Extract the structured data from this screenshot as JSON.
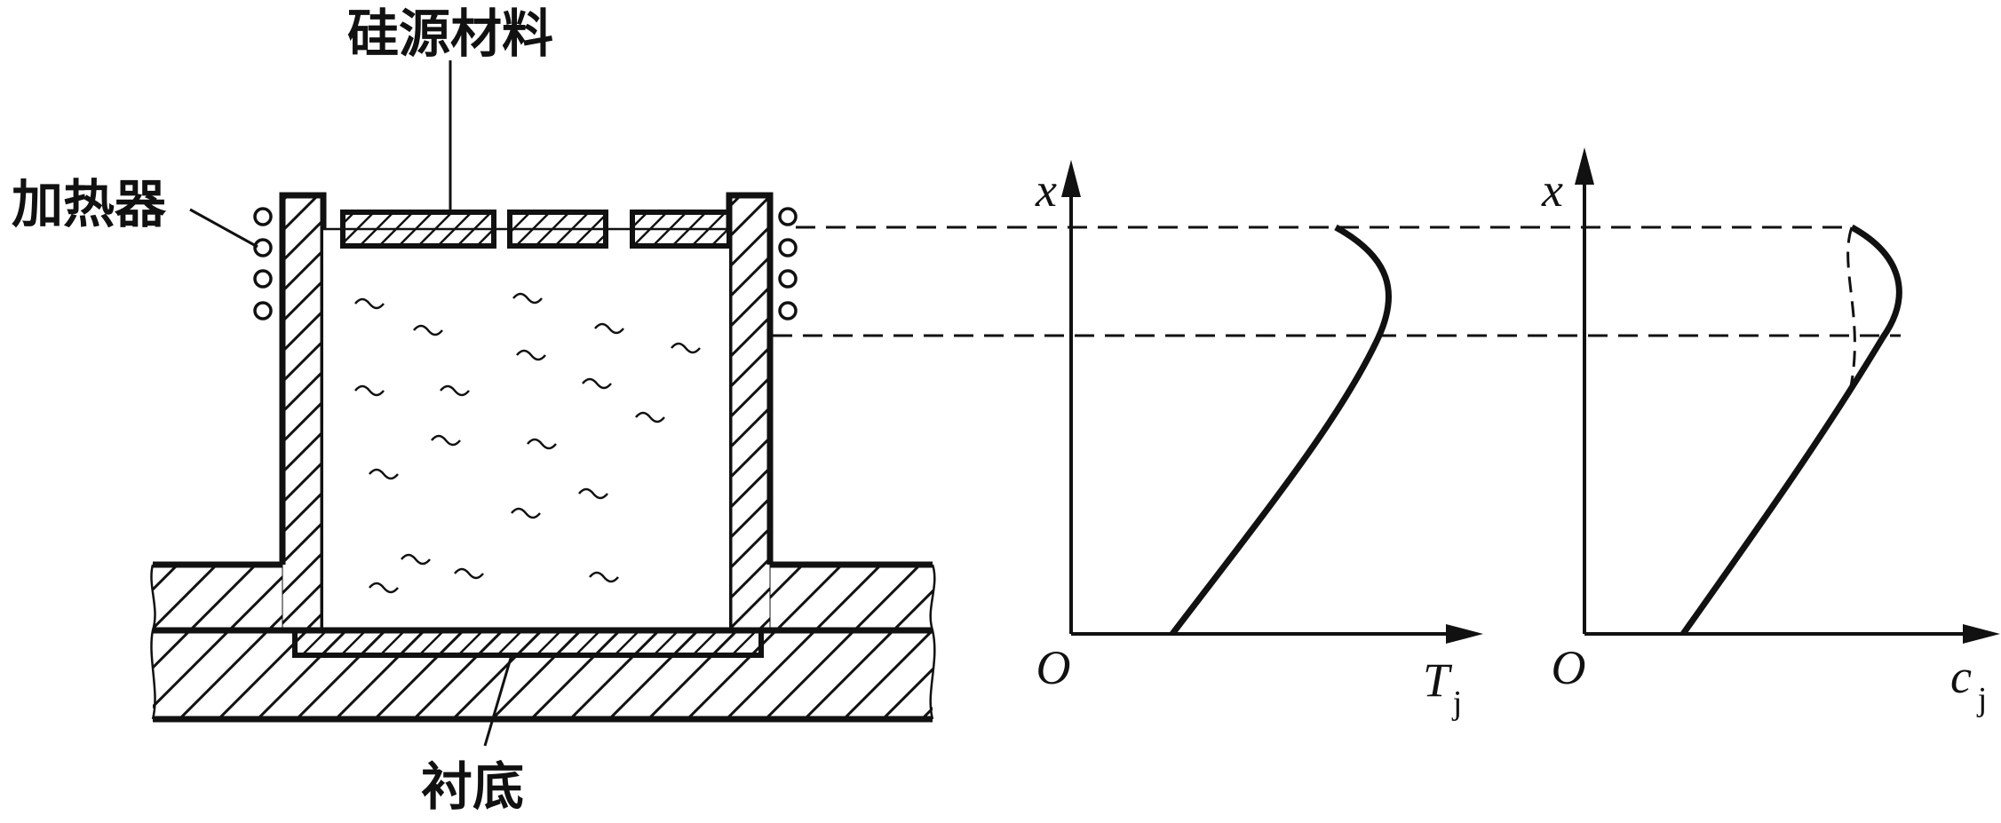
{
  "labels": {
    "silicon_source": "硅源材料",
    "heater": "加热器",
    "substrate": "衬底"
  },
  "plot_left": {
    "y_axis_label": "x",
    "origin_label": "O",
    "x_axis_label": "T",
    "x_axis_subscript": "j"
  },
  "plot_right": {
    "y_axis_label": "x",
    "origin_label": "O",
    "x_axis_label": "c",
    "x_axis_subscript": "j"
  },
  "colors": {
    "ink": "#111111",
    "background": "#ffffff"
  }
}
